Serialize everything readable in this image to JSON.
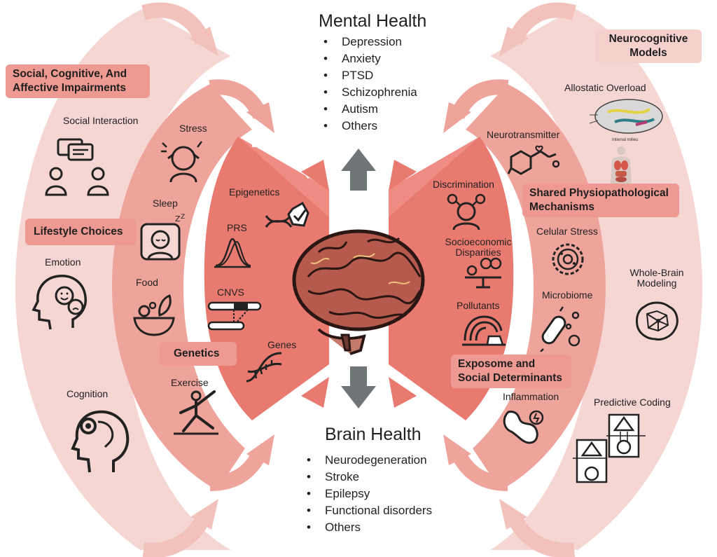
{
  "mental_health": {
    "title": "Mental Health",
    "items": [
      "Depression",
      "Anxiety",
      "PTSD",
      "Schizophrenia",
      "Autism",
      "Others"
    ]
  },
  "brain_health": {
    "title": "Brain Health",
    "items": [
      "Neurodegeneration",
      "Stroke",
      "Epilepsy",
      "Functional disorders",
      "Others"
    ]
  },
  "boxes": {
    "social": "Social, Cognitive, And Affective Impairments",
    "lifestyle": "Lifestyle Choices",
    "genetics": "Genetics",
    "neurocognitive": "Neurocognitive Models",
    "shared": "Shared Physiopathological Mechanisms",
    "exposome": "Exposome and Social Determinants"
  },
  "labels": {
    "social_interaction": "Social Interaction",
    "emotion": "Emotion",
    "cognition": "Cognition",
    "stress": "Stress",
    "sleep": "Sleep",
    "food": "Food",
    "exercise": "Exercise",
    "epigenetics": "Epigenetics",
    "prs": "PRS",
    "cnvs": "CNVS",
    "genes": "Genes",
    "discrimination": "Discrimination",
    "socioeconomic": "Socioeconomic Disparities",
    "pollutants": "Pollutants",
    "inflammation": "Inflammation",
    "neurotransmitter": "Neurotransmitter",
    "cellular_stress": "Celular Stress",
    "microbiome": "Microbiome",
    "allostatic": "Allostatic Overload",
    "whole_brain": "Whole-Brain Modeling",
    "predictive": "Predictive Coding"
  },
  "allostatic_figure": {
    "caption": "Internal milieu"
  },
  "colors": {
    "outer_band": "#f6d6d2",
    "middle_band": "#eea39b",
    "inner_band": "#e87a70",
    "label_box": "#ee9a93",
    "arrow_gray": "#6f7477",
    "brain": "#b55a4c"
  },
  "icons": [
    "chat-icon",
    "people-icon",
    "emotion-head-icon",
    "cognition-head-icon",
    "stress-icon",
    "sleep-icon",
    "food-icon",
    "exercise-icon",
    "epigenetics-icon",
    "prs-curve-icon",
    "cnvs-icon",
    "dna-icon",
    "discrimination-icon",
    "scale-icon",
    "pollutants-icon",
    "inflammation-icon",
    "neurotransmitter-icon",
    "cell-icon",
    "microbe-icon",
    "whole-brain-network-icon",
    "predictive-coding-icon",
    "brain-illustration"
  ]
}
